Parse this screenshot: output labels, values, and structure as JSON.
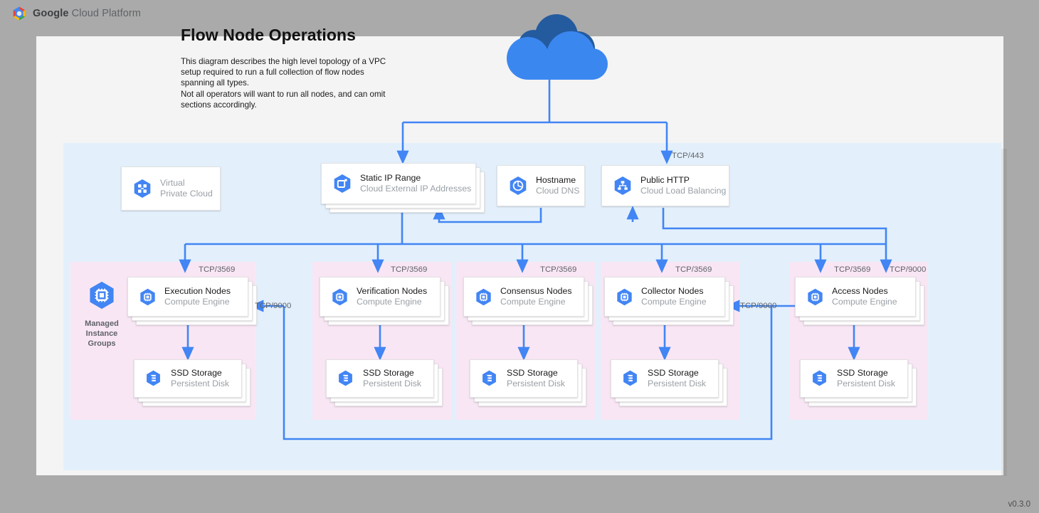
{
  "header": {
    "brand_bold": "Google",
    "brand_rest": " Cloud Platform",
    "logo_icon": "gcp-hexagon-logo"
  },
  "title": "Flow Node Operations",
  "description": "This diagram describes the high level topology of a VPC setup required to run a full collection of flow nodes spanning all types.\nNot all operators will want to run all nodes, and can omit sections accordingly.",
  "version": "v0.3.0",
  "internet": {
    "icon": "cloud-icon"
  },
  "colors": {
    "page_bg": "#aaaaaa",
    "canvas_bg": "#f4f4f4",
    "vpc_bg": "#e3f0fc",
    "group_bg": "#f9e6f5",
    "accent_blue": "#4285f4",
    "wire_blue": "#4285f4",
    "cloud_light": "#3b87f0",
    "cloud_dark": "#245b9f",
    "label_gray": "#5f6368"
  },
  "top_row": [
    {
      "id": "vpc",
      "title": "Virtual",
      "subtitle": "Private Cloud",
      "icon": "vpc-icon",
      "muted": true,
      "stacked": false
    },
    {
      "id": "static-ip",
      "title": "Static IP Range",
      "subtitle": "Cloud External IP Addresses",
      "icon": "external-ip-icon",
      "muted": false,
      "stacked": true
    },
    {
      "id": "hostname",
      "title": "Hostname",
      "subtitle": "Cloud DNS",
      "icon": "cloud-dns-icon",
      "muted": false,
      "stacked": false
    },
    {
      "id": "public-http",
      "title": "Public HTTP",
      "subtitle": "Cloud Load Balancing",
      "icon": "load-balancing-icon",
      "muted": false,
      "stacked": false
    }
  ],
  "groups": [
    {
      "id": "execution",
      "mig_label": "Managed\nInstance\nGroups",
      "mig_icon": "compute-engine-icon",
      "node": {
        "title": "Execution Nodes",
        "subtitle": "Compute Engine",
        "icon": "compute-engine-icon"
      },
      "storage": {
        "title": "SSD Storage",
        "subtitle": "Persistent Disk",
        "icon": "persistent-disk-icon"
      }
    },
    {
      "id": "verification",
      "node": {
        "title": "Verification Nodes",
        "subtitle": "Compute Engine",
        "icon": "compute-engine-icon"
      },
      "storage": {
        "title": "SSD Storage",
        "subtitle": "Persistent Disk",
        "icon": "persistent-disk-icon"
      }
    },
    {
      "id": "consensus",
      "node": {
        "title": "Consensus Nodes",
        "subtitle": "Compute Engine",
        "icon": "compute-engine-icon"
      },
      "storage": {
        "title": "SSD Storage",
        "subtitle": "Persistent Disk",
        "icon": "persistent-disk-icon"
      }
    },
    {
      "id": "collector",
      "node": {
        "title": "Collector Nodes",
        "subtitle": "Compute Engine",
        "icon": "compute-engine-icon"
      },
      "storage": {
        "title": "SSD Storage",
        "subtitle": "Persistent Disk",
        "icon": "persistent-disk-icon"
      }
    },
    {
      "id": "access",
      "node": {
        "title": "Access Nodes",
        "subtitle": "Compute Engine",
        "icon": "compute-engine-icon"
      },
      "storage": {
        "title": "SSD Storage",
        "subtitle": "Persistent Disk",
        "icon": "persistent-disk-icon"
      }
    }
  ],
  "port_labels": {
    "https": "TCP/443",
    "exec_in": "TCP/3569",
    "verif_in": "TCP/3569",
    "cons_in": "TCP/3569",
    "coll_in": "TCP/3569",
    "access_in": "TCP/3569",
    "access_9000": "TCP/9000",
    "exec_9000": "TCP/9000",
    "coll_9000": "TCP/9000"
  }
}
